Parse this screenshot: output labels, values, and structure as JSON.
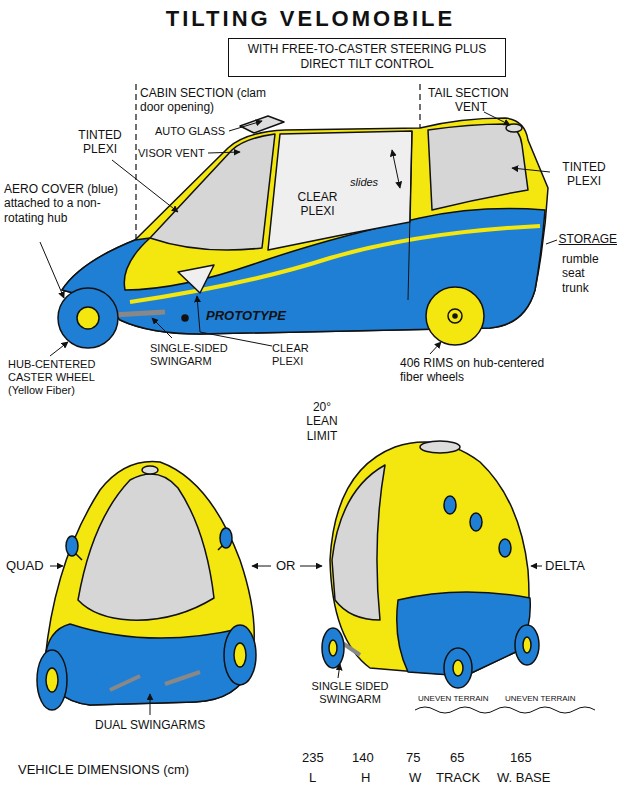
{
  "diagram": {
    "title": "TILTING VELOMOBILE",
    "nodes": [
      {
        "text": [
          "WITH FREE-TO-CASTER STEERING PLUS DIRECT TILT CONTROL"
        ]
      }
    ],
    "edges": [],
    "labels": [
      "CABIN SECTION (clam door opening)",
      "TAIL SECTION",
      "VENT",
      "TINTED PLEXI",
      "AUTO GLASS",
      "VISOR VENT",
      "CLEAR PLEXI",
      "slides",
      "TINTED PLEXI",
      "STORAGE",
      "rumble seat trunk",
      "AERO COVER (blue) attached to a non-rotating hub",
      "PROTOTYPE",
      "HUB-CENTERED CASTER WHEEL (Yellow Fiber)",
      "SINGLE-SIDED SWINGARM",
      "CLEAR PLEXI",
      "406 RIMS on hub-centered fiber wheels",
      "20° LEAN LIMIT",
      "QUAD",
      "OR",
      "DELTA",
      "DUAL SWINGARMS",
      "SINGLE SIDED SWINGARM",
      "UNEVEN TERRAIN",
      "UNEVEN TERRAIN",
      "VEHICLE DIMENSIONS (cm)",
      "235",
      "L",
      "140",
      "H",
      "75",
      "W",
      "65",
      "TRACK",
      "165",
      "W. BASE"
    ]
  }
}
